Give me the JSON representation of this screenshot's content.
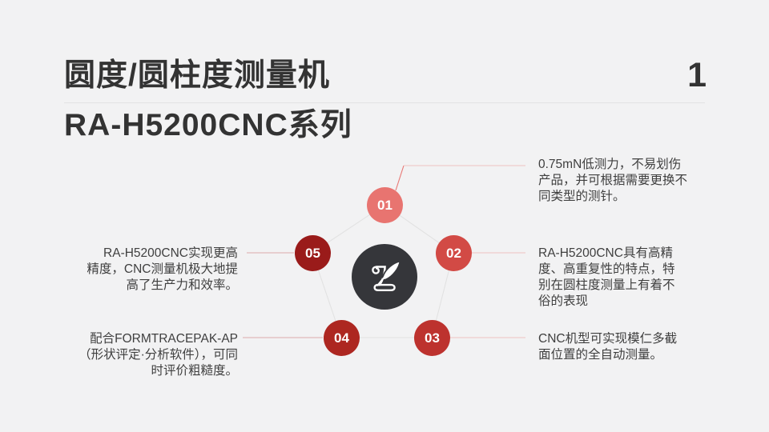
{
  "page": {
    "background": "#f2f2f3",
    "number": "1"
  },
  "header": {
    "title_line1": "圆度/圆柱度测量机",
    "title_line2": "RA-H5200CNC系列"
  },
  "colors": {
    "node_01": "#e87470",
    "node_02": "#d24a45",
    "node_03": "#bd322e",
    "node_04": "#ad2721",
    "node_05": "#9a1b1a",
    "center_circle": "#35363a",
    "pentagon_edge": "#e2e2e2",
    "connector_right": "#eec3c1",
    "connector_left": "#dcabab",
    "connector_diagonal": "#e87673"
  },
  "diagram": {
    "center_icon": "quill-pen-icon",
    "nodes": [
      {
        "label": "01"
      },
      {
        "label": "02"
      },
      {
        "label": "03"
      },
      {
        "label": "04"
      },
      {
        "label": "05"
      }
    ],
    "callouts": {
      "right": [
        {
          "text": "0.75mN低测力，不易划伤\n产品，并可根据需要更换不\n同类型的测针。"
        },
        {
          "text": "RA-H5200CNC具有高精\n度、高重复性的特点，特\n别在圆柱度测量上有着不\n俗的表现"
        },
        {
          "text": "CNC机型可实现模仁多截\n面位置的全自动测量。"
        }
      ],
      "left": [
        {
          "text": "RA-H5200CNC实现更高\n精度，CNC测量机极大地提\n高了生产力和效率。"
        },
        {
          "text": "配合FORMTRACEPAK-AP\n（形状评定·分析软件），可同\n时评价粗糙度。"
        }
      ]
    }
  }
}
